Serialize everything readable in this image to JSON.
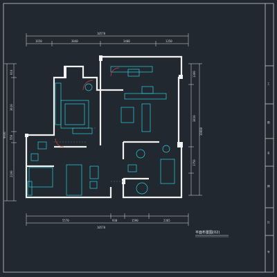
{
  "colors": {
    "background": "#212830",
    "walls": "#f2f2f2",
    "furniture": "#2ad4e0",
    "dims": "#e4e4e4",
    "accent_red": "#e04040",
    "frame": "#c8ccd0"
  },
  "title": "平面布置图(02)",
  "dimensions": {
    "top_overall": "10570",
    "top_segments": [
      "1650",
      "3040",
      "3400",
      "1350"
    ],
    "bottom_overall": "10570",
    "bottom_segments": [
      "5570",
      "930",
      "1590",
      "2365"
    ],
    "left_overall": "9030",
    "left_segments": [
      "810",
      "3610",
      "550",
      "2100"
    ],
    "right_overall": "10000",
    "right_segments": [
      "1300",
      "3810",
      "1750"
    ]
  },
  "title_block": {
    "labels": [
      "工",
      "图",
      "名",
      "期",
      "比",
      "号"
    ]
  }
}
